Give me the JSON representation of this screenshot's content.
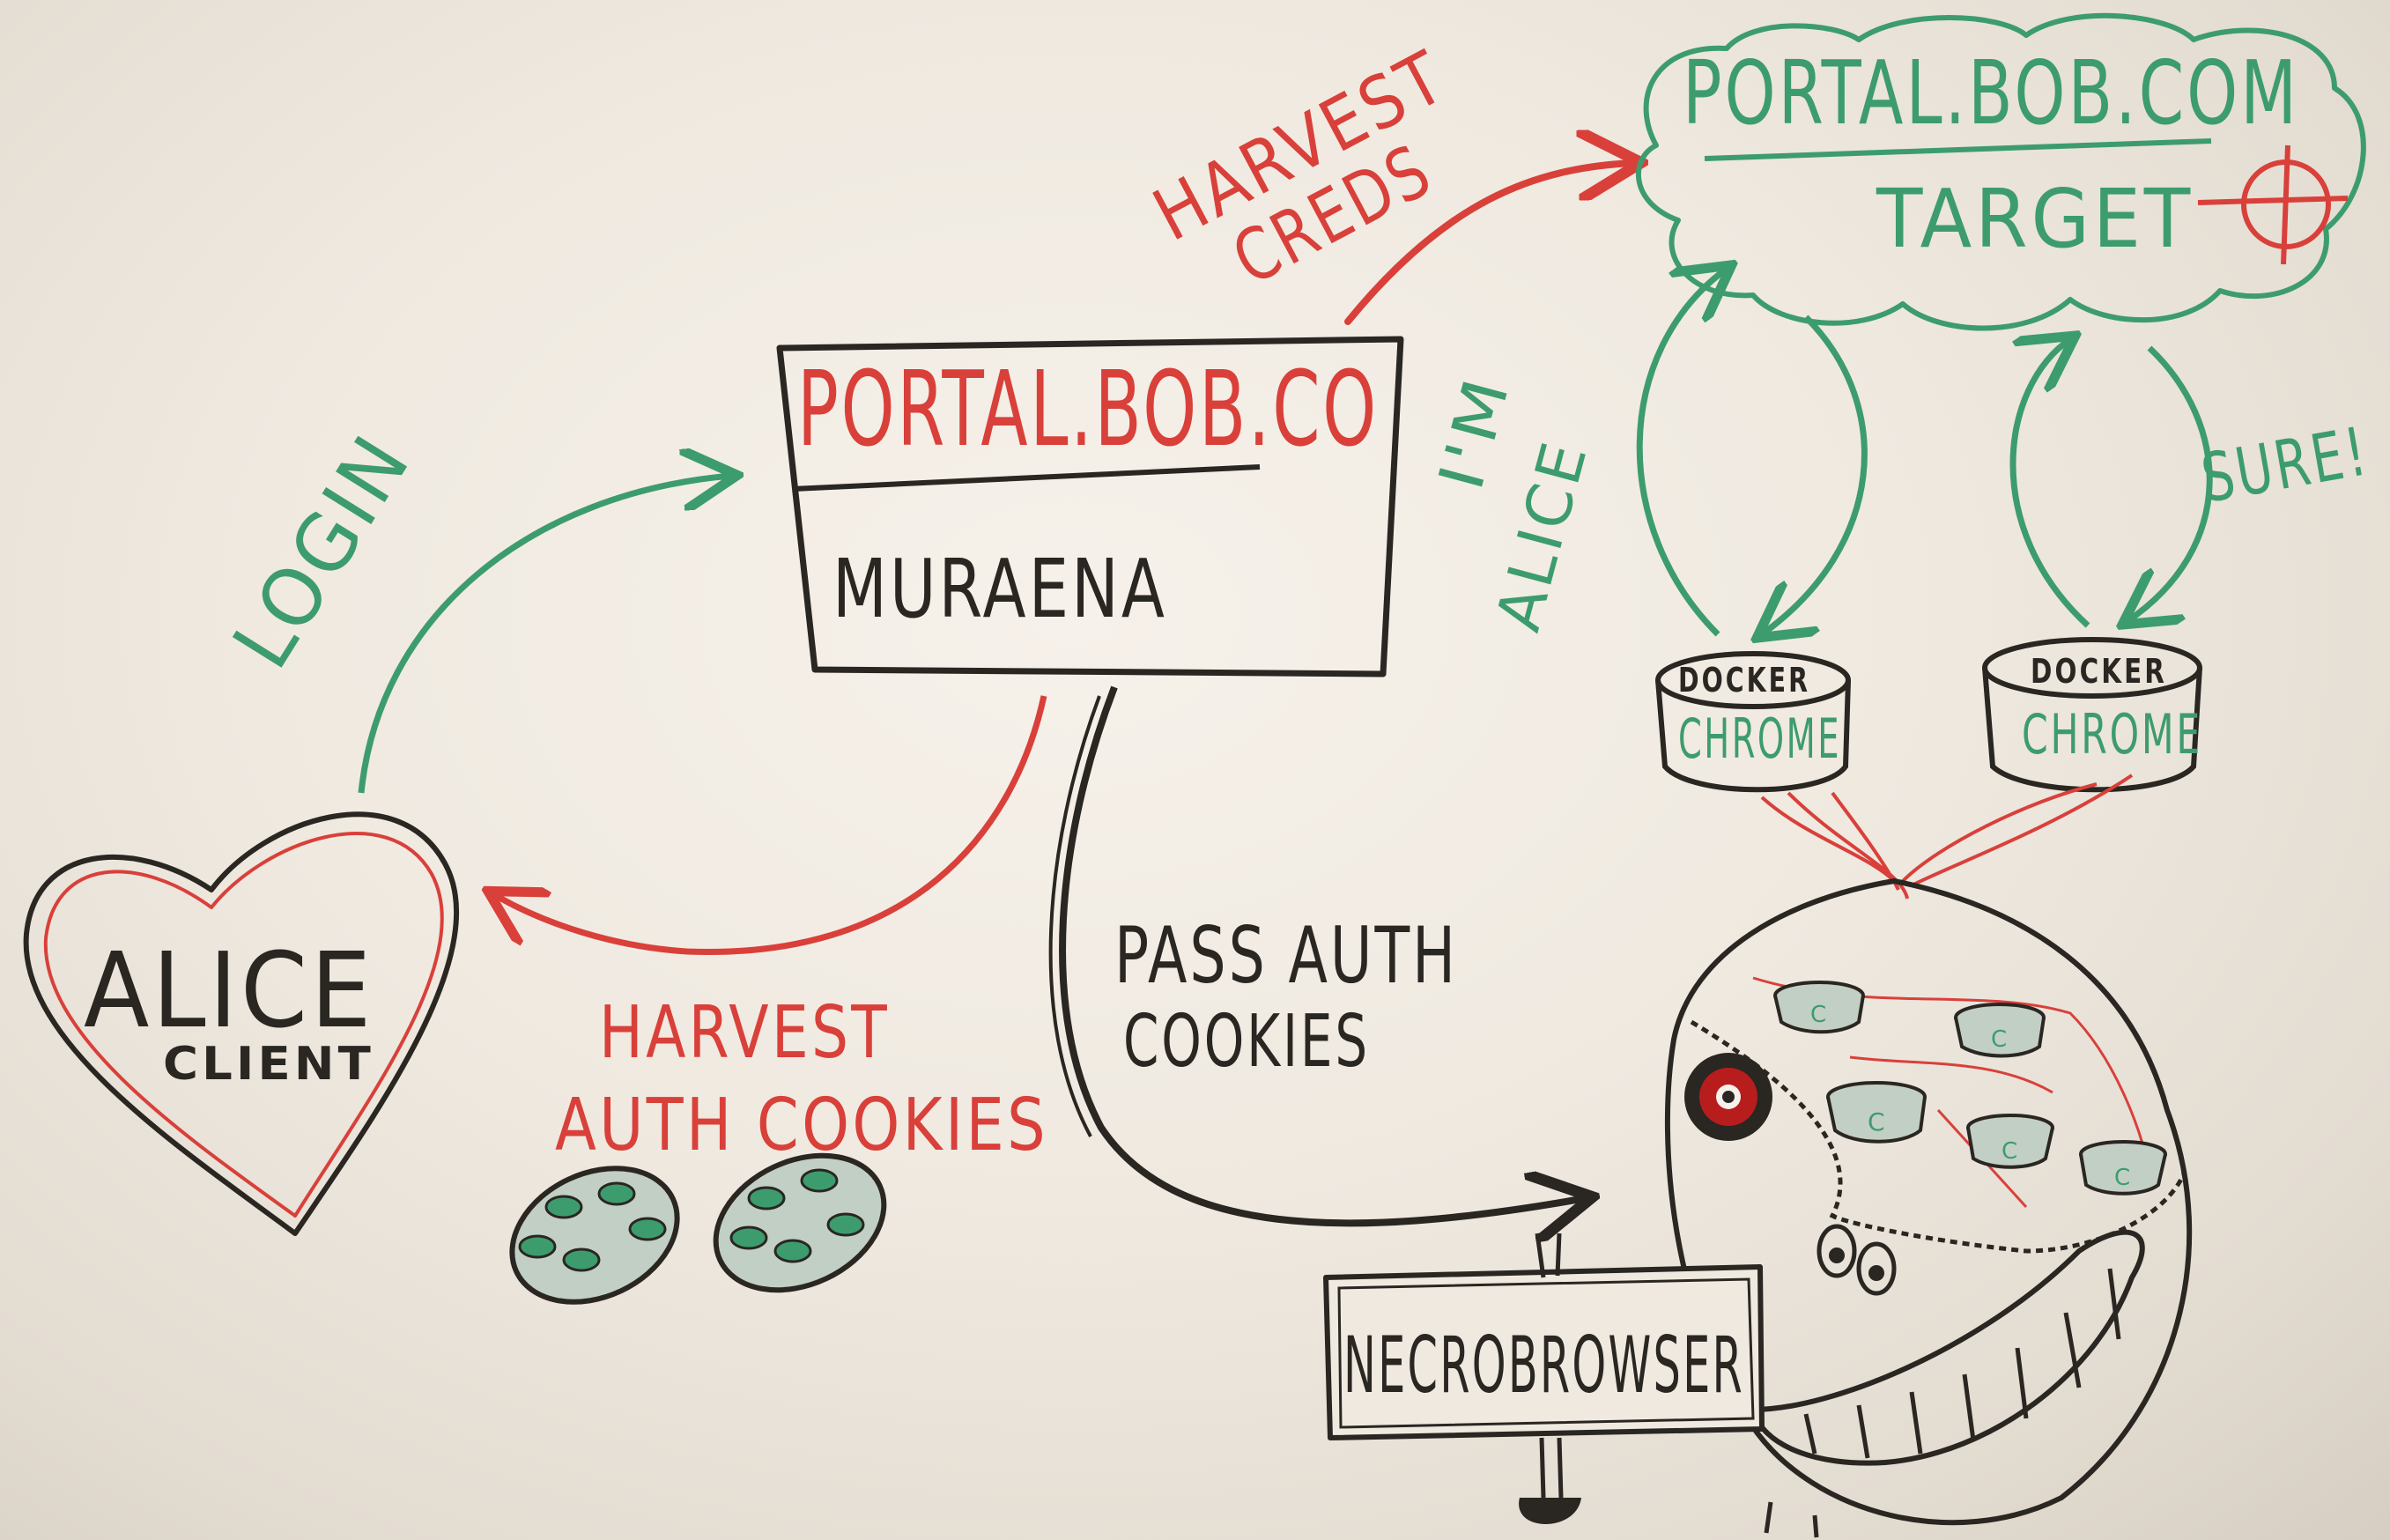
{
  "colors": {
    "board": "#efe9e0",
    "red": "#d9403a",
    "green": "#3d9c6d",
    "black": "#2a2622",
    "pupil": "#b81d1d"
  },
  "labels": {
    "portal_red": "PORTAL.BOB.CO",
    "muraena": "MURAENA",
    "login": "LOGIN",
    "harvest_creds_1": "HARVEST",
    "harvest_creds_2": "CREDS",
    "target_portal": "PORTAL.BOB.COM",
    "target": "TARGET",
    "im_alice_1": "I'M",
    "im_alice_2": "ALICE",
    "sure": "SURE!",
    "docker_1": "DOCKER",
    "chrome_1": "CHROME",
    "docker_2": "DOCKER",
    "chrome_2": "CHROME",
    "alice": "ALICE",
    "client": "CLIENT",
    "harvest_cookies_1": "HARVEST",
    "harvest_cookies_2": "AUTH COOKIES",
    "pass_auth_1": "PASS AUTH",
    "pass_auth_2": "COOKIES",
    "necrobrowser": "NECROBROWSER",
    "mini_cup_letter": "C"
  }
}
